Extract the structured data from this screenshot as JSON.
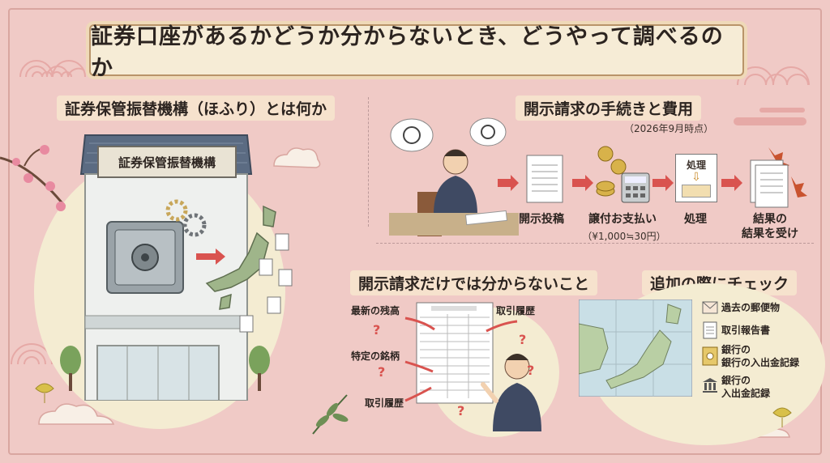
{
  "title": "証券口座があるかどうか分からないとき、どうやって調べるのか",
  "left_section": {
    "title": "証券保管振替機構（ほふり）とは何か",
    "building_sign": "証券保管振替機構"
  },
  "disclosure_section": {
    "title": "開示請求の手続きと費用",
    "date_note": "（2026年9月時点）",
    "steps": [
      {
        "label": "開示投稿"
      },
      {
        "label": "譲付お支払い",
        "note": "（¥1,000≒30円）"
      },
      {
        "label": "処理",
        "icon_text": "処理"
      },
      {
        "label": "結果の\n結果を受け"
      }
    ]
  },
  "unknown_section": {
    "title": "開示請求だけでは分からないこと",
    "items": [
      "最新の残高",
      "取引履歴",
      "特定の銘柄",
      "取引履歴"
    ]
  },
  "check_section": {
    "title": "追加の際にチェック",
    "items": [
      {
        "icon": "envelope-icon",
        "text": "過去の郵便物"
      },
      {
        "icon": "document-icon",
        "text": "取引報告書"
      },
      {
        "icon": "bank-book-icon",
        "text": "銀行の\n銀行の入出金記録"
      },
      {
        "icon": "bank-icon",
        "text": "銀行の\n入出金記録"
      }
    ]
  },
  "colors": {
    "background": "#f0cac6",
    "banner": "#f6ecd6",
    "accent_arrow": "#d9534f",
    "cream": "#f4ecd2"
  }
}
